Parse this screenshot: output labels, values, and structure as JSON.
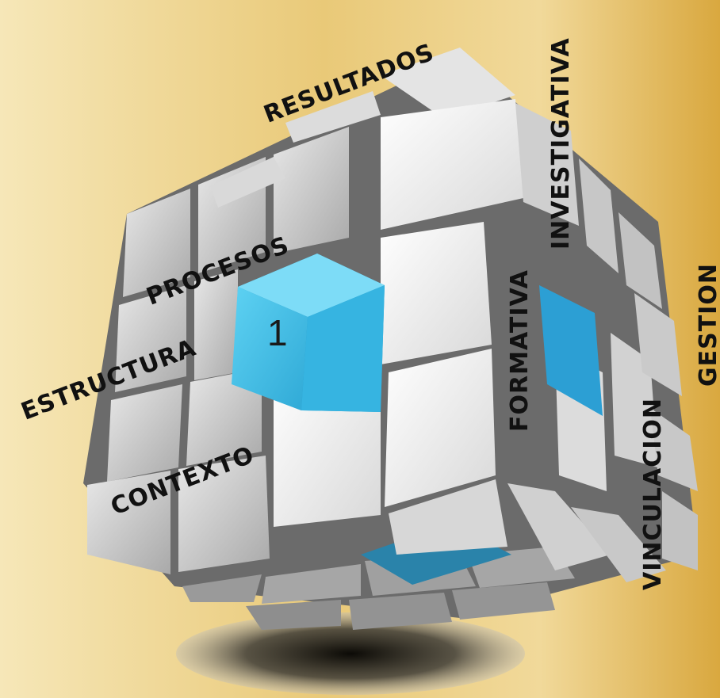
{
  "labels": {
    "resultados": "RESULTADOS",
    "procesos": "PROCESOS",
    "estructura": "ESTRUCTURA",
    "contexto": "CONTEXTO",
    "formativa": "FORMATIVA",
    "investigativa": "INVESTIGATIVA",
    "vinculacion": "VINCULACION",
    "gestion": "GESTION"
  },
  "highlight_number": "1",
  "colors": {
    "background_light": "#f4e3b0",
    "background_dark": "#cf9b2c",
    "cube_white": "#f2f2f2",
    "cube_gray": "#b8b8b8",
    "highlight_cyan": "#3fc4ec",
    "highlight_blue": "#2b98d0",
    "label_text": "#111111"
  }
}
